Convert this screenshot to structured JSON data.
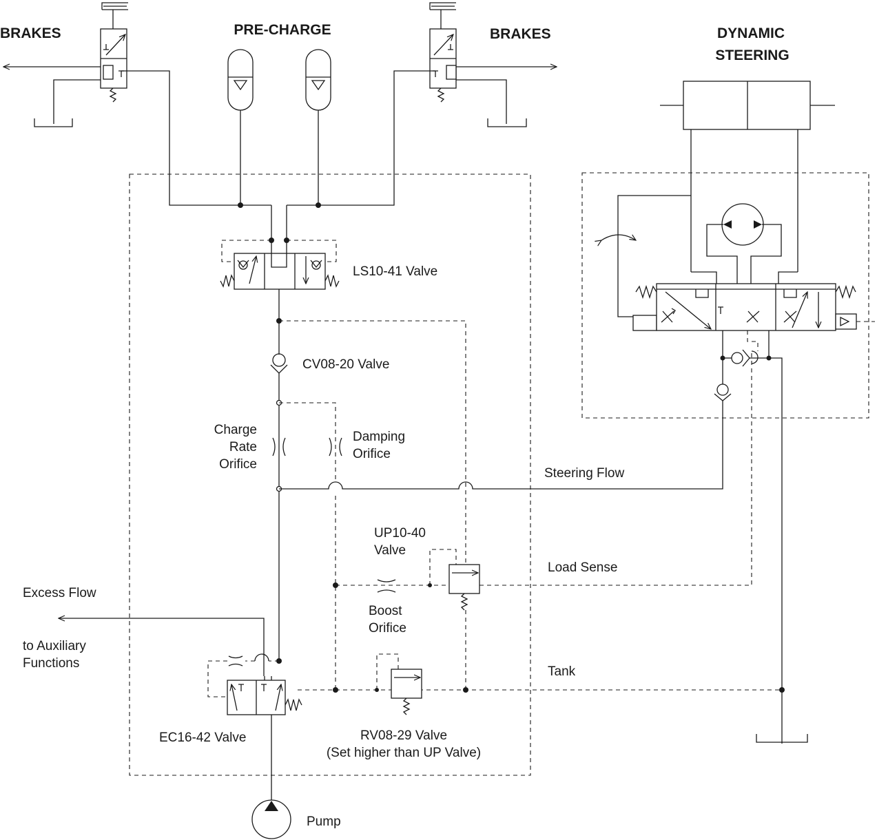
{
  "labels": {
    "brakes_left": "BRAKES",
    "brakes_right": "BRAKES",
    "pre_charge": "PRE-CHARGE",
    "dynamic_line1": "DYNAMIC",
    "dynamic_line2": "STEERING",
    "ls10": "LS10-41 Valve",
    "cv08": "CV08-20 Valve",
    "charge_line1": "Charge",
    "charge_line2": "Rate",
    "charge_line3": "Orifice",
    "damping_line1": "Damping",
    "damping_line2": "Orifice",
    "steering_flow": "Steering Flow",
    "up10_line1": "UP10-40",
    "up10_line2": "Valve",
    "load_sense": "Load Sense",
    "excess_flow": "Excess Flow",
    "aux_line1": "to Auxiliary",
    "aux_line2": "Functions",
    "boost_line1": "Boost",
    "boost_line2": "Orifice",
    "tank": "Tank",
    "ec16": "EC16-42 Valve",
    "rv08_line1": "RV08-29 Valve",
    "rv08_line2": "(Set higher than UP Valve)",
    "pump": "Pump"
  }
}
